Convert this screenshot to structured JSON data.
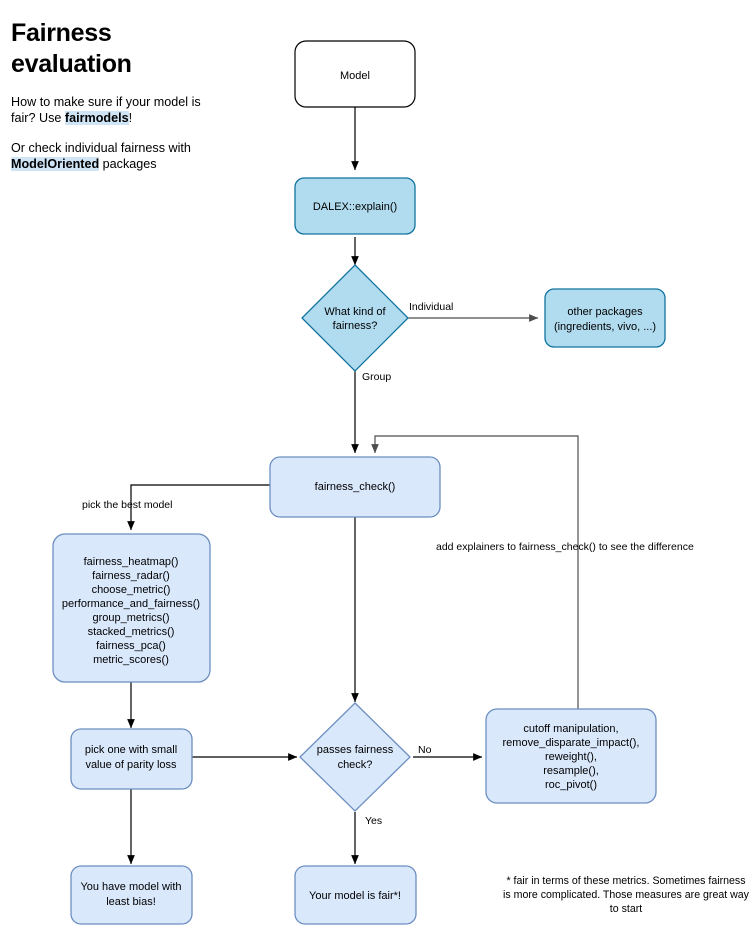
{
  "intro": {
    "title": "Fairness evaluation",
    "paragraph1_pre": "How to make sure if your model is fair? Use ",
    "paragraph1_highlight": "fairmodels",
    "paragraph1_post": "!",
    "paragraph2_pre": "Or check individual fairness with ",
    "paragraph2_highlight": "ModelOriented",
    "paragraph2_post": " packages"
  },
  "footnote": "* fair in terms of these metrics. Sometimes fairness is more complicated. Those measures are great way to start",
  "colors": {
    "cyan_fill": "#b1dcf0",
    "cyan_stroke": "#10739e",
    "blue_fill": "#dae8fc",
    "blue_stroke": "#6c8ebf",
    "white_fill": "#ffffff",
    "white_stroke": "#000000",
    "edge": "#000000",
    "edge_grey": "#4d4d4d",
    "highlight": "#cfe4f5"
  },
  "nodes": {
    "model": {
      "label": "Model"
    },
    "explain": {
      "label": "DALEX::explain()"
    },
    "kind_of_fairness": {
      "line1": "What kind of",
      "line2": "fairness?"
    },
    "other_packages": {
      "line1": "other packages",
      "line2": "(ingredients, vivo, ...)"
    },
    "fairness_check": {
      "label": "fairness_check()"
    },
    "viz_functions": {
      "lines": [
        "fairness_heatmap()",
        "fairness_radar()",
        "choose_metric()",
        "performance_and_fairness()",
        "group_metrics()",
        "stacked_metrics()",
        "fairness_pca()",
        "metric_scores()"
      ]
    },
    "pick_small_parity": {
      "line1": "pick one with small",
      "line2": "value of parity loss"
    },
    "passes_check": {
      "line1": "passes fairness",
      "line2": "check?"
    },
    "mitigation": {
      "lines": [
        "cutoff manipulation,",
        "remove_disparate_impact(),",
        "reweight(),",
        "resample(),",
        "roc_pivot()"
      ]
    },
    "least_bias": {
      "line1": "You have model with",
      "line2": "least bias!"
    },
    "model_is_fair": {
      "label": "Your model is fair*!"
    }
  },
  "edge_labels": {
    "individual": "Individual",
    "group": "Group",
    "pick_best_model": "pick the best model",
    "add_explainers": "add explainers to fairness_check() to see the difference",
    "no": "No",
    "yes": "Yes"
  }
}
